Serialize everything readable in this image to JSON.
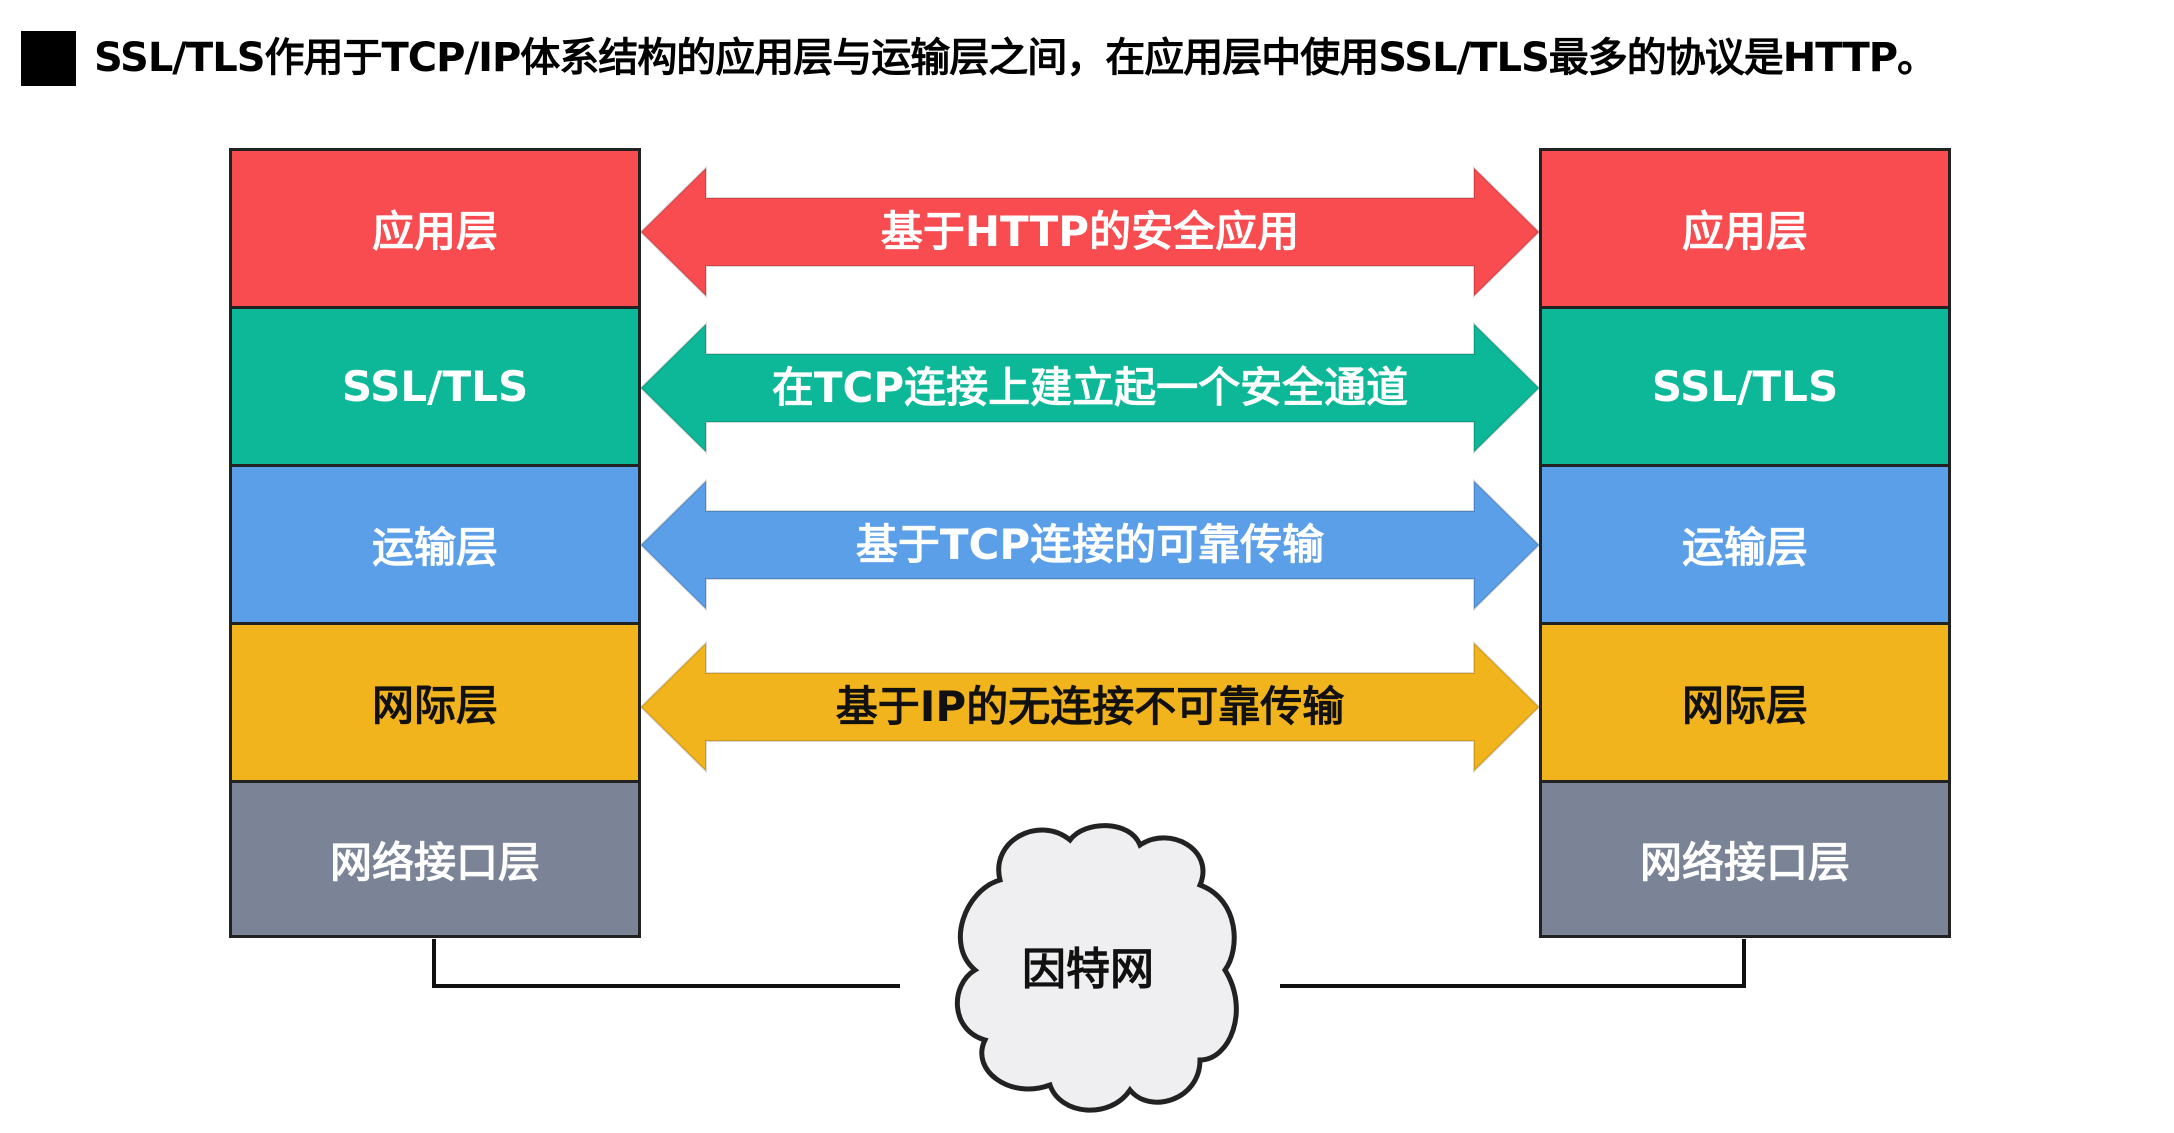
{
  "title": "SSL/TLS作用于TCP/IP体系结构的应用层与运输层之间，在应用层中使用SSL/TLS最多的协议是HTTP。",
  "left_stack": [
    "应用层",
    "SSL/TLS",
    "运输层",
    "网际层",
    "网络接口层"
  ],
  "right_stack": [
    "应用层",
    "SSL/TLS",
    "运输层",
    "网际层",
    "网络接口层"
  ],
  "arrows": [
    {
      "label": "基于HTTP的安全应用",
      "color": "#f84c50"
    },
    {
      "label": "在TCP连接上建立起一个安全通道",
      "color": "#0cb897"
    },
    {
      "label": "基于TCP连接的可靠传输",
      "color": "#5c9fe9"
    },
    {
      "label": "基于IP的无连接不可靠传输",
      "color": "#f2b41c"
    }
  ],
  "layer_colors": [
    "#f84c50",
    "#0cb897",
    "#5c9fe9",
    "#f2b41c",
    "#7b8396"
  ],
  "cloud": {
    "label": "因特网"
  }
}
